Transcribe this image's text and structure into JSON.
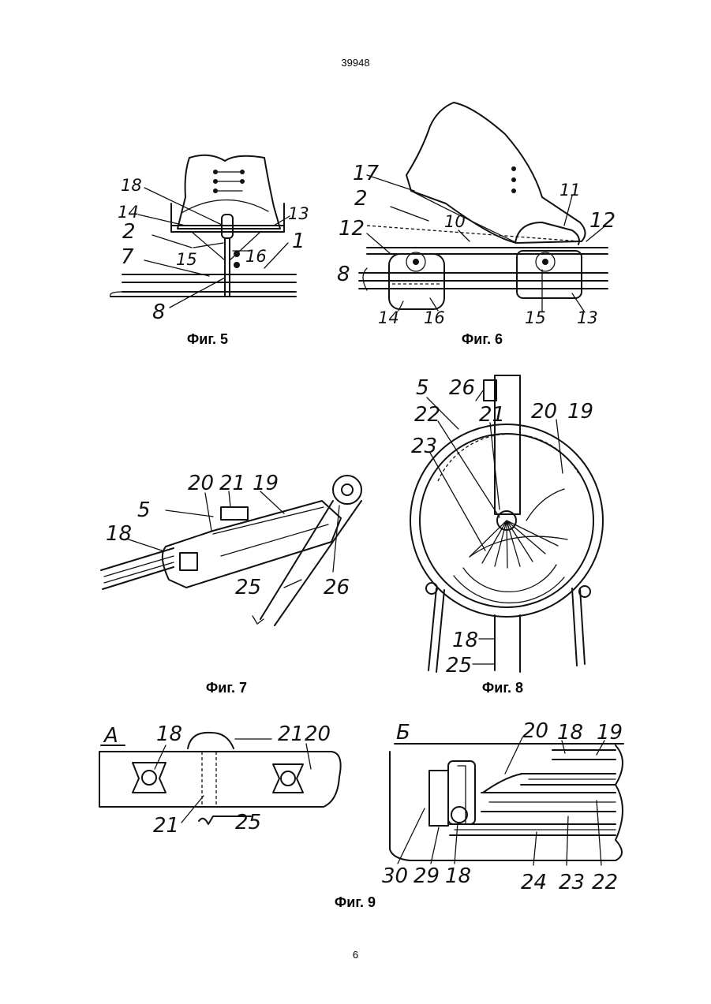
{
  "header": {
    "patent_number": "39948"
  },
  "footer": {
    "page_number": "6"
  },
  "figures": {
    "fig5": {
      "caption": "Фиг. 5",
      "labels": [
        "18",
        "14",
        "2",
        "7",
        "13",
        "1",
        "15",
        "16",
        "8"
      ]
    },
    "fig6": {
      "caption": "Фиг. 6",
      "labels": [
        "17",
        "2",
        "10",
        "11",
        "12",
        "12",
        "8",
        "14",
        "16",
        "15",
        "13"
      ]
    },
    "fig7": {
      "caption": "Фиг. 7",
      "labels": [
        "20",
        "21",
        "19",
        "5",
        "18",
        "25",
        "26"
      ]
    },
    "fig8": {
      "caption": "Фиг. 8",
      "labels": [
        "5",
        "26",
        "22",
        "21",
        "20",
        "19",
        "23",
        "18",
        "25"
      ]
    },
    "fig9": {
      "caption": "Фиг. 9",
      "viewA": {
        "letter": "А",
        "labels": [
          "18",
          "21",
          "20",
          "21",
          "25"
        ]
      },
      "viewB": {
        "letter": "Б",
        "labels": [
          "20",
          "18",
          "19",
          "30",
          "29",
          "18",
          "24",
          "23",
          "22"
        ]
      }
    }
  }
}
